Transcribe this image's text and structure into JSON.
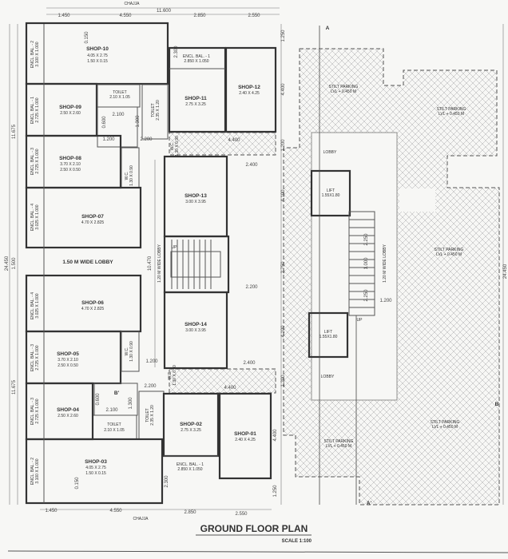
{
  "title": "GROUND FLOOR PLAN",
  "scale": "SCALE 1:100",
  "chajja": "CHAJJA",
  "up": "UP",
  "rooms": [
    {
      "name": "SHOP-10",
      "dims": "4.05 X 2.75",
      "dims2": "1.50 X 0.15"
    },
    {
      "name": "SHOP-09",
      "dims": "2.50 X 2.60"
    },
    {
      "name": "SHOP-08",
      "dims": "3.70 X 2.10",
      "dims2": "2.50 X 0.50"
    },
    {
      "name": "SHOP-07",
      "dims": "4.70 X 2.825"
    },
    {
      "name": "SHOP-06",
      "dims": "4.70 X 2.825"
    },
    {
      "name": "SHOP-05",
      "dims": "3.70 X 2.10",
      "dims2": "2.50 X 0.50"
    },
    {
      "name": "SHOP-04",
      "dims": "2.50 X 2.60"
    },
    {
      "name": "SHOP-03",
      "dims": "4.05 X 2.75",
      "dims2": "1.50 X 0.15"
    },
    {
      "name": "SHOP-11",
      "dims": "2.75 X 3.25"
    },
    {
      "name": "SHOP-12",
      "dims": "2.40 X 4.25"
    },
    {
      "name": "SHOP-13",
      "dims": "3.00 X 3.95"
    },
    {
      "name": "SHOP-14",
      "dims": "3.00 X 3.95"
    },
    {
      "name": "SHOP-02",
      "dims": "2.75 X 3.25"
    },
    {
      "name": "SHOP-01",
      "dims": "2.40 X 4.25"
    }
  ],
  "toilets": [
    {
      "name": "TOILET",
      "dims": "2.10 X 1.05"
    },
    {
      "name": "TOILET",
      "dims": "2.35 X 1.20"
    },
    {
      "name": "TOILET",
      "dims": "2.10 X 1.05"
    },
    {
      "name": "TOILET",
      "dims": "2.35 X 1.20"
    }
  ],
  "wc": [
    {
      "name": "W.C.",
      "dims": "1.30 X 0.90"
    },
    {
      "name": "W.C.",
      "dims": "1.30 X 0.90"
    },
    {
      "name": "W.C.",
      "dims": "1.30 X 0.90"
    },
    {
      "name": "W.C.",
      "dims": "1.30 X 0.90"
    }
  ],
  "balconies": [
    {
      "name": "ENCL. BAL. - 2",
      "dims": "3.100 X 1.000"
    },
    {
      "name": "ENCL. BAL. - 1",
      "dims": "2.725 X 1.000"
    },
    {
      "name": "ENCL. BAL. - 3",
      "dims": "2.725 X 1.000"
    },
    {
      "name": "ENCL. BAL. - 4",
      "dims": "3.025 X 1.000"
    },
    {
      "name": "ENCL. BAL. - 4",
      "dims": "3.025 X 1.000"
    },
    {
      "name": "ENCL. BAL. - 3",
      "dims": "2.725 X 1.000"
    },
    {
      "name": "ENCL. BAL. - 3",
      "dims": "2.725 X 1.000"
    },
    {
      "name": "ENCL. BAL. - 2",
      "dims": "3.100 X 1.000"
    },
    {
      "name": "ENCL. BAL. - 1",
      "dims": "2.850 X 1.050"
    },
    {
      "name": "ENCL. BAL. - 1",
      "dims": "2.850 X 1.050"
    }
  ],
  "lobbies": {
    "wide_lobby": "1.50 M WIDE LOBBY",
    "mid_lobby": "1.20 M WIDE LOBBY",
    "right_lobby": "1.20 M WIDE LOBBY",
    "lobby": "LOBBY"
  },
  "lifts": [
    {
      "name": "LIFT",
      "dims": "1.55X1.80"
    },
    {
      "name": "LIFT",
      "dims": "1.55X1.80"
    }
  ],
  "parking": [
    {
      "name": "STILT PARKING",
      "level": "LVL + 0.450 M"
    },
    {
      "name": "STILT PARKING",
      "level": "LVL + 0.450 M"
    },
    {
      "name": "STILT PARKING",
      "level": "LVL + 0.450 M"
    },
    {
      "name": "STILT PARKING",
      "level": "LVL + 0.450 M"
    },
    {
      "name": "STILT PARKING",
      "level": "LVL + 0.450 M"
    }
  ],
  "sections": {
    "a": "A",
    "a2": "A'",
    "b": "B",
    "b2": "B'"
  },
  "dims_top": {
    "overall": "11.600",
    "d1": "1.450",
    "d2": "4.550",
    "d3": "2.850",
    "d4": "2.550"
  },
  "dims_bottom": {
    "d1": "1.450",
    "d2": "4.550",
    "d3": "2.850",
    "d4": "2.550"
  },
  "dims_left": {
    "overall": "24.450",
    "upper": "11.675",
    "lobby": "1.500",
    "lower": "11.675"
  },
  "dims_right": [
    "1.250",
    "4.400",
    "1.200",
    "4.100",
    "2.750",
    "4.100",
    "1.200",
    "4.400",
    "1.250"
  ],
  "dims_far_right": "24.450",
  "dims_mid": {
    "l": "10.470",
    "c1": "4.400",
    "c2": "2.400",
    "c3": "2.200",
    "c4": "2.400",
    "c5": "4.400",
    "t1": "2.100",
    "t2": "2.200",
    "t3": "1.200",
    "t4": "2.100",
    "t5": "2.200",
    "t6": "1.200",
    "s1": "2.250",
    "s2": "1.000",
    "s3": "2.250",
    "s4": "1.200",
    "b1": "0.150",
    "b2": "0.150",
    "h1": "2.300",
    "h2": "2.300",
    "v1": "0.600",
    "v2": "1.300",
    "v3": "0.600",
    "v4": "1.300"
  }
}
